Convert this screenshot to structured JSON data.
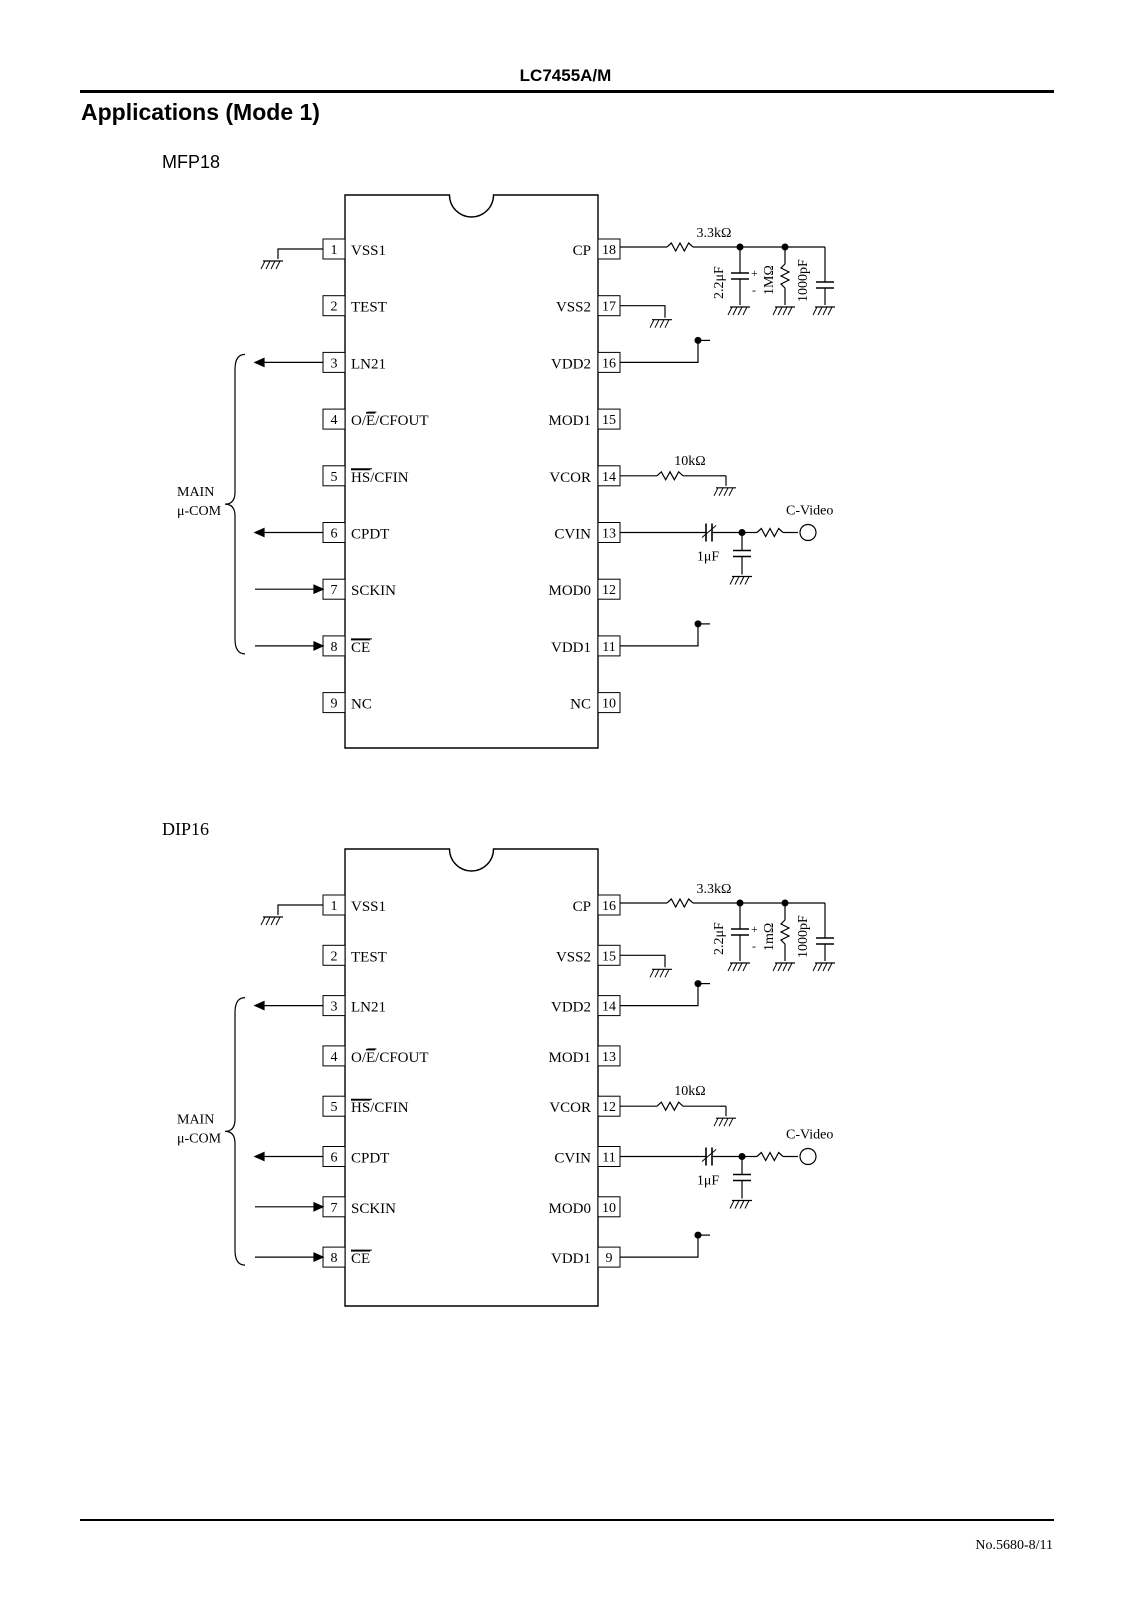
{
  "header": {
    "part_number": "LC7455A/M"
  },
  "section": {
    "title": "Applications (Mode 1)"
  },
  "packages": [
    {
      "name": "MFP18",
      "left_pins": [
        {
          "num": "1",
          "label": "VSS1"
        },
        {
          "num": "2",
          "label": "TEST"
        },
        {
          "num": "3",
          "label": "LN21"
        },
        {
          "num": "4",
          "label": "O/E/CFOUT",
          "overline": "E"
        },
        {
          "num": "5",
          "label": "HS/CFIN",
          "overline": "HS"
        },
        {
          "num": "6",
          "label": "CPDT"
        },
        {
          "num": "7",
          "label": "SCKIN"
        },
        {
          "num": "8",
          "label": "CE",
          "overline": "CE"
        },
        {
          "num": "9",
          "label": "NC"
        }
      ],
      "right_pins": [
        {
          "num": "18",
          "label": "CP"
        },
        {
          "num": "17",
          "label": "VSS2"
        },
        {
          "num": "16",
          "label": "VDD2"
        },
        {
          "num": "15",
          "label": "MOD1"
        },
        {
          "num": "14",
          "label": "VCOR"
        },
        {
          "num": "13",
          "label": "CVIN"
        },
        {
          "num": "12",
          "label": "MOD0"
        },
        {
          "num": "11",
          "label": "VDD1"
        },
        {
          "num": "10",
          "label": "NC"
        }
      ],
      "components": {
        "r_cp": "3.3kΩ",
        "c_electro": "2.2μF",
        "r_par": "1MΩ",
        "c_par": "1000pF",
        "r_vcor": "10kΩ",
        "c_cvin": "1μF",
        "video": "C-Video"
      },
      "bus_label": [
        "MAIN",
        "μ-COM"
      ]
    },
    {
      "name": "DIP16",
      "left_pins": [
        {
          "num": "1",
          "label": "VSS1"
        },
        {
          "num": "2",
          "label": "TEST"
        },
        {
          "num": "3",
          "label": "LN21"
        },
        {
          "num": "4",
          "label": "O/E/CFOUT",
          "overline": "E"
        },
        {
          "num": "5",
          "label": "HS/CFIN",
          "overline": "HS"
        },
        {
          "num": "6",
          "label": "CPDT"
        },
        {
          "num": "7",
          "label": "SCKIN"
        },
        {
          "num": "8",
          "label": "CE",
          "overline": "CE"
        }
      ],
      "right_pins": [
        {
          "num": "16",
          "label": "CP"
        },
        {
          "num": "15",
          "label": "VSS2"
        },
        {
          "num": "14",
          "label": "VDD2"
        },
        {
          "num": "13",
          "label": "MOD1"
        },
        {
          "num": "12",
          "label": "VCOR"
        },
        {
          "num": "11",
          "label": "CVIN"
        },
        {
          "num": "10",
          "label": "MOD0"
        },
        {
          "num": "9",
          "label": "VDD1"
        }
      ],
      "components": {
        "r_cp": "3.3kΩ",
        "c_electro": "2.2μF",
        "r_par": "1mΩ",
        "c_par": "1000pF",
        "r_vcor": "10kΩ",
        "c_cvin": "1μF",
        "video": "C-Video"
      },
      "bus_label": [
        "MAIN",
        "μ-COM"
      ]
    }
  ],
  "footer": {
    "page_ref": "No.5680-8/11"
  }
}
